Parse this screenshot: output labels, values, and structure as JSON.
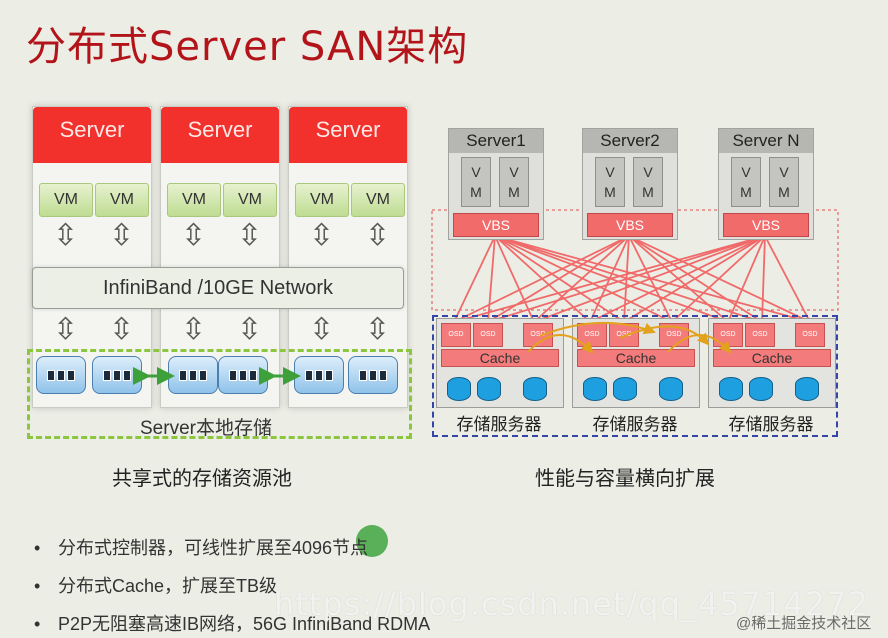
{
  "title": "分布式Server SAN架构",
  "left": {
    "servers": [
      "Server",
      "Server",
      "Server"
    ],
    "vm_label": "VM",
    "network_label": "InfiniBand /10GE Network",
    "storage_label": "Server本地存储",
    "caption": "共享式的存储资源池"
  },
  "right": {
    "servers": [
      "Server1",
      "Server2",
      "Server N"
    ],
    "vm_label": "V\nM",
    "vbs_label": "VBS",
    "osd_label": "OSD",
    "cache_label": "Cache",
    "storage_servers": [
      "存储服务器",
      "存储服务器",
      "存储服务器"
    ],
    "caption": "性能与容量横向扩展"
  },
  "bullets": [
    "分布式控制器，可线性扩展至4096节点",
    "分布式Cache，扩展至TB级",
    "P2P无阻塞高速IB网络，56G InfiniBand RDMA"
  ],
  "watermark": "https://blog.csdn.net/qq_45714272",
  "watermark_small": "@稀土掘金技术社区",
  "colors": {
    "title": "#b3141a",
    "server_header": "#f2312c",
    "vm": "#bfdc92",
    "storage_frame": "#8cc63e",
    "vbs": "#f26b6b",
    "storage_server_frame": "#3546a8"
  }
}
